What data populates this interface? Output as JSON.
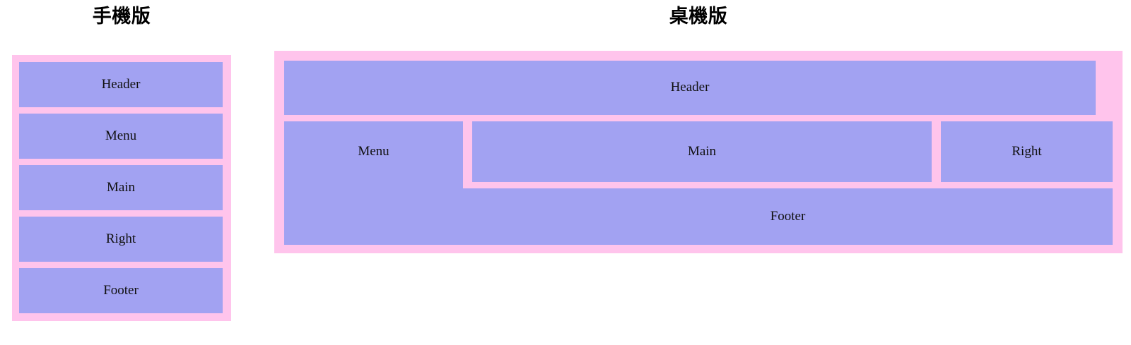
{
  "page": {
    "background_color": "#ffffff",
    "frame_color": "#ffc4ec",
    "block_color": "#a2a2f2",
    "text_color": "#111111"
  },
  "sections": [
    {
      "id": "mobile",
      "title": "手機版",
      "layout": "stacked",
      "blocks": [
        {
          "label": "Header"
        },
        {
          "label": "Menu"
        },
        {
          "label": "Main"
        },
        {
          "label": "Right"
        },
        {
          "label": "Footer"
        }
      ]
    },
    {
      "id": "desktop",
      "title": "桌機版",
      "layout": "grid",
      "blocks": [
        {
          "label": "Header"
        },
        {
          "label": "Menu"
        },
        {
          "label": "Main"
        },
        {
          "label": "Right"
        },
        {
          "label": "Footer"
        }
      ]
    }
  ]
}
